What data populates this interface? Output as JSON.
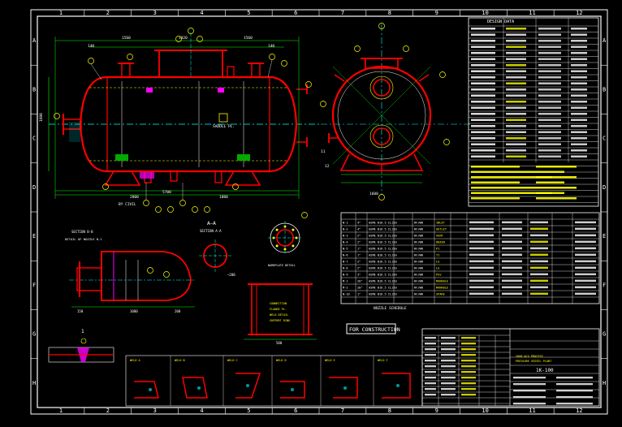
{
  "sheet": {
    "column_labels": [
      "1",
      "2",
      "3",
      "4",
      "5",
      "6",
      "7",
      "8",
      "9",
      "10",
      "11",
      "12"
    ],
    "row_labels": [
      "A",
      "B",
      "C",
      "D",
      "E",
      "F",
      "G",
      "H"
    ]
  },
  "views": {
    "section_aa_title": "A—A",
    "section_aa_sub": "SECTION A-A",
    "detail_title": "SECTION B-B",
    "nozzle_detail_caption": "DETAIL OF NOZZLE N-1",
    "stamp": "FOR CONSTRUCTION",
    "nozzle_schedule_title": "NOZZLE SCHEDULE",
    "main_elevation_note": "SADDLE PL.",
    "vertical_note": "BY CIVIL"
  },
  "title_block": {
    "title_line1": "DESIGN DATA",
    "drawing_no": "1K-100"
  },
  "nozzle_schedule": {
    "rows": [
      [
        "N-1",
        "4\"",
        "ASME B16.5 CL150",
        "RF/WN",
        "INLET"
      ],
      [
        "N-2",
        "4\"",
        "ASME B16.5 CL150",
        "RF/WN",
        "OUTLET"
      ],
      [
        "N-3",
        "2\"",
        "ASME B16.5 CL150",
        "RF/WN",
        "VENT"
      ],
      [
        "N-4",
        "2\"",
        "ASME B16.5 CL150",
        "RF/WN",
        "DRAIN"
      ],
      [
        "N-5",
        "1\"",
        "ASME B16.5 CL150",
        "RF/WN",
        "PI"
      ],
      [
        "N-6",
        "1\"",
        "ASME B16.5 CL150",
        "RF/WN",
        "TI"
      ],
      [
        "N-7",
        "2\"",
        "ASME B16.5 CL150",
        "RF/WN",
        "LG"
      ],
      [
        "N-8",
        "2\"",
        "ASME B16.5 CL150",
        "RF/WN",
        "LG"
      ],
      [
        "N-9",
        "3\"",
        "ASME B16.5 CL150",
        "RF/WN",
        "PSV"
      ],
      [
        "M-1",
        "20\"",
        "ASME B16.5 CL150",
        "RF/WN",
        "MANHOLE"
      ],
      [
        "M-2",
        "20\"",
        "ASME B16.5 CL150",
        "RF/WN",
        "MANHOLE"
      ],
      [
        "N-10",
        "1\"",
        "ASME B16.5 CL150",
        "RF/WN",
        "SPARE"
      ]
    ]
  }
}
